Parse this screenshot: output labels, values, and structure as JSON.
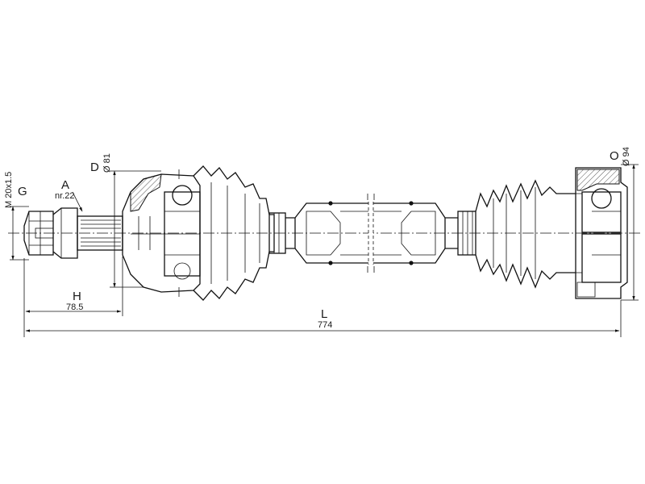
{
  "labels": {
    "g": "G",
    "m": "M 20x1.5",
    "a": "A",
    "a_sub": "nr.22",
    "d": "D",
    "d_val": "Ø 81",
    "o": "O",
    "o_val": "Ø 94",
    "h": "H",
    "h_val": "78.5",
    "l": "L",
    "l_val": "774"
  }
}
